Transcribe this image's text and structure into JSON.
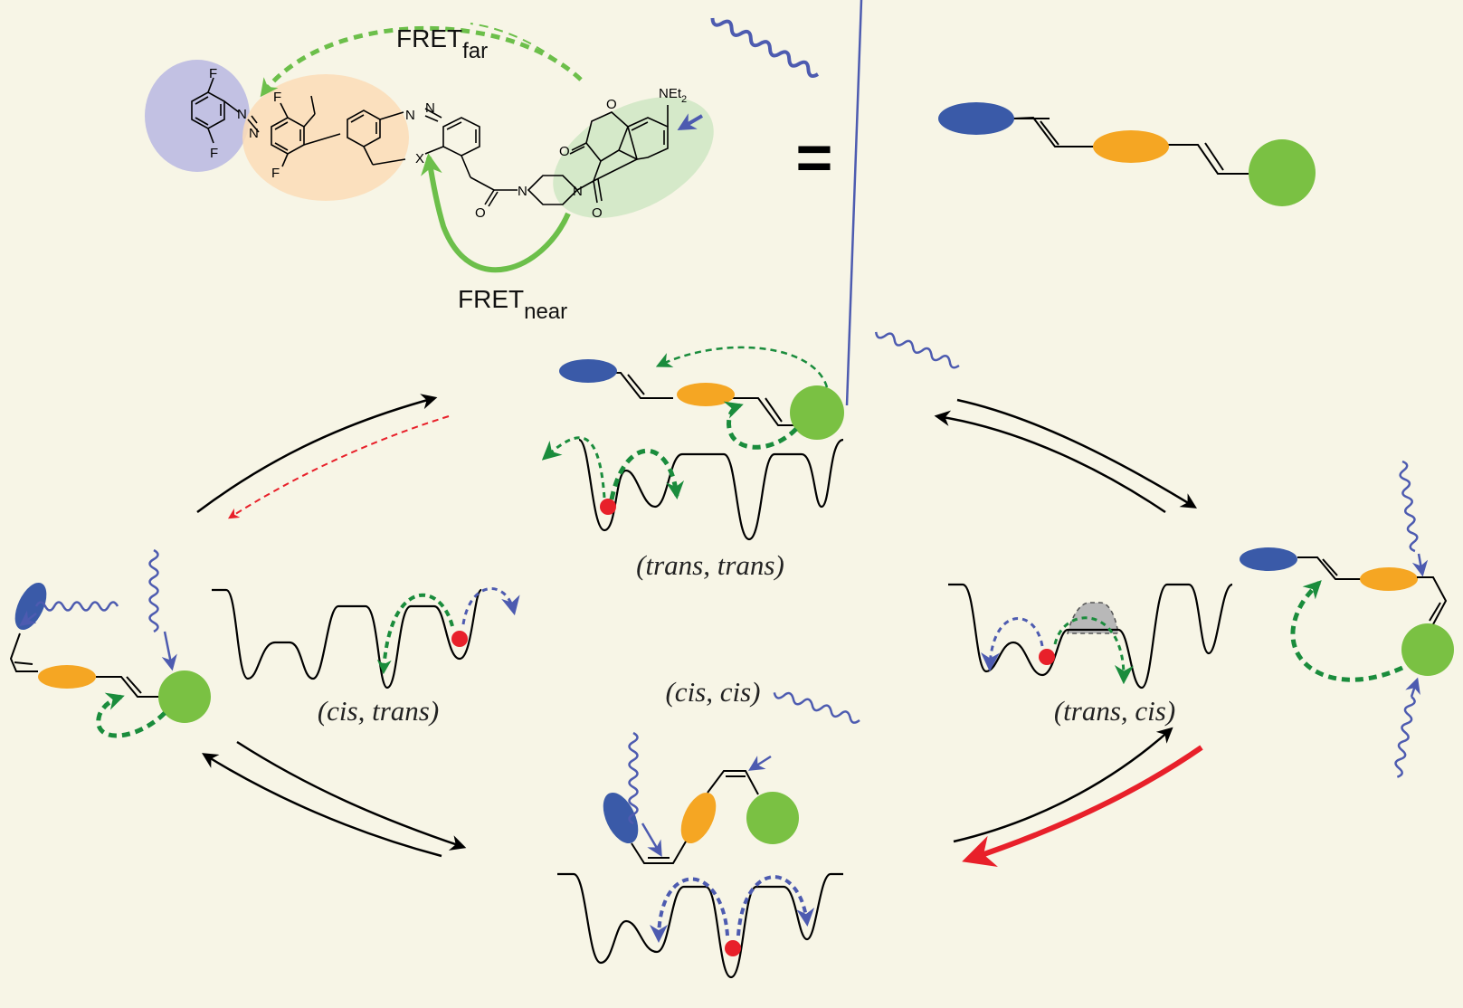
{
  "colors": {
    "background": "#f7f5e6",
    "blue_unit": "#3a5aa8",
    "orange_unit": "#f5a623",
    "green_unit": "#7ac143",
    "fret_green": "#1a8c3c",
    "fret_light_green": "#6cbf4a",
    "light_blue": "#4d5bb0",
    "red": "#e8202a"
  },
  "molecule": {
    "atoms": {
      "f": "F",
      "n": "N",
      "x": "X",
      "o": "O",
      "net2_main": "NEt",
      "net2_sub": "2"
    },
    "fret_far": {
      "main": "FRET",
      "sub": "far"
    },
    "fret_near": {
      "main": "FRET",
      "sub": "near"
    }
  },
  "equals": "=",
  "states": {
    "trans_trans": "(trans, trans)",
    "cis_trans": "(cis, trans)",
    "cis_cis": "(cis, cis)",
    "trans_cis": "(trans, cis)"
  },
  "icons": [
    "light-wave-icon",
    "fret-arrow-icon",
    "energy-landscape-icon",
    "population-dot-icon"
  ]
}
